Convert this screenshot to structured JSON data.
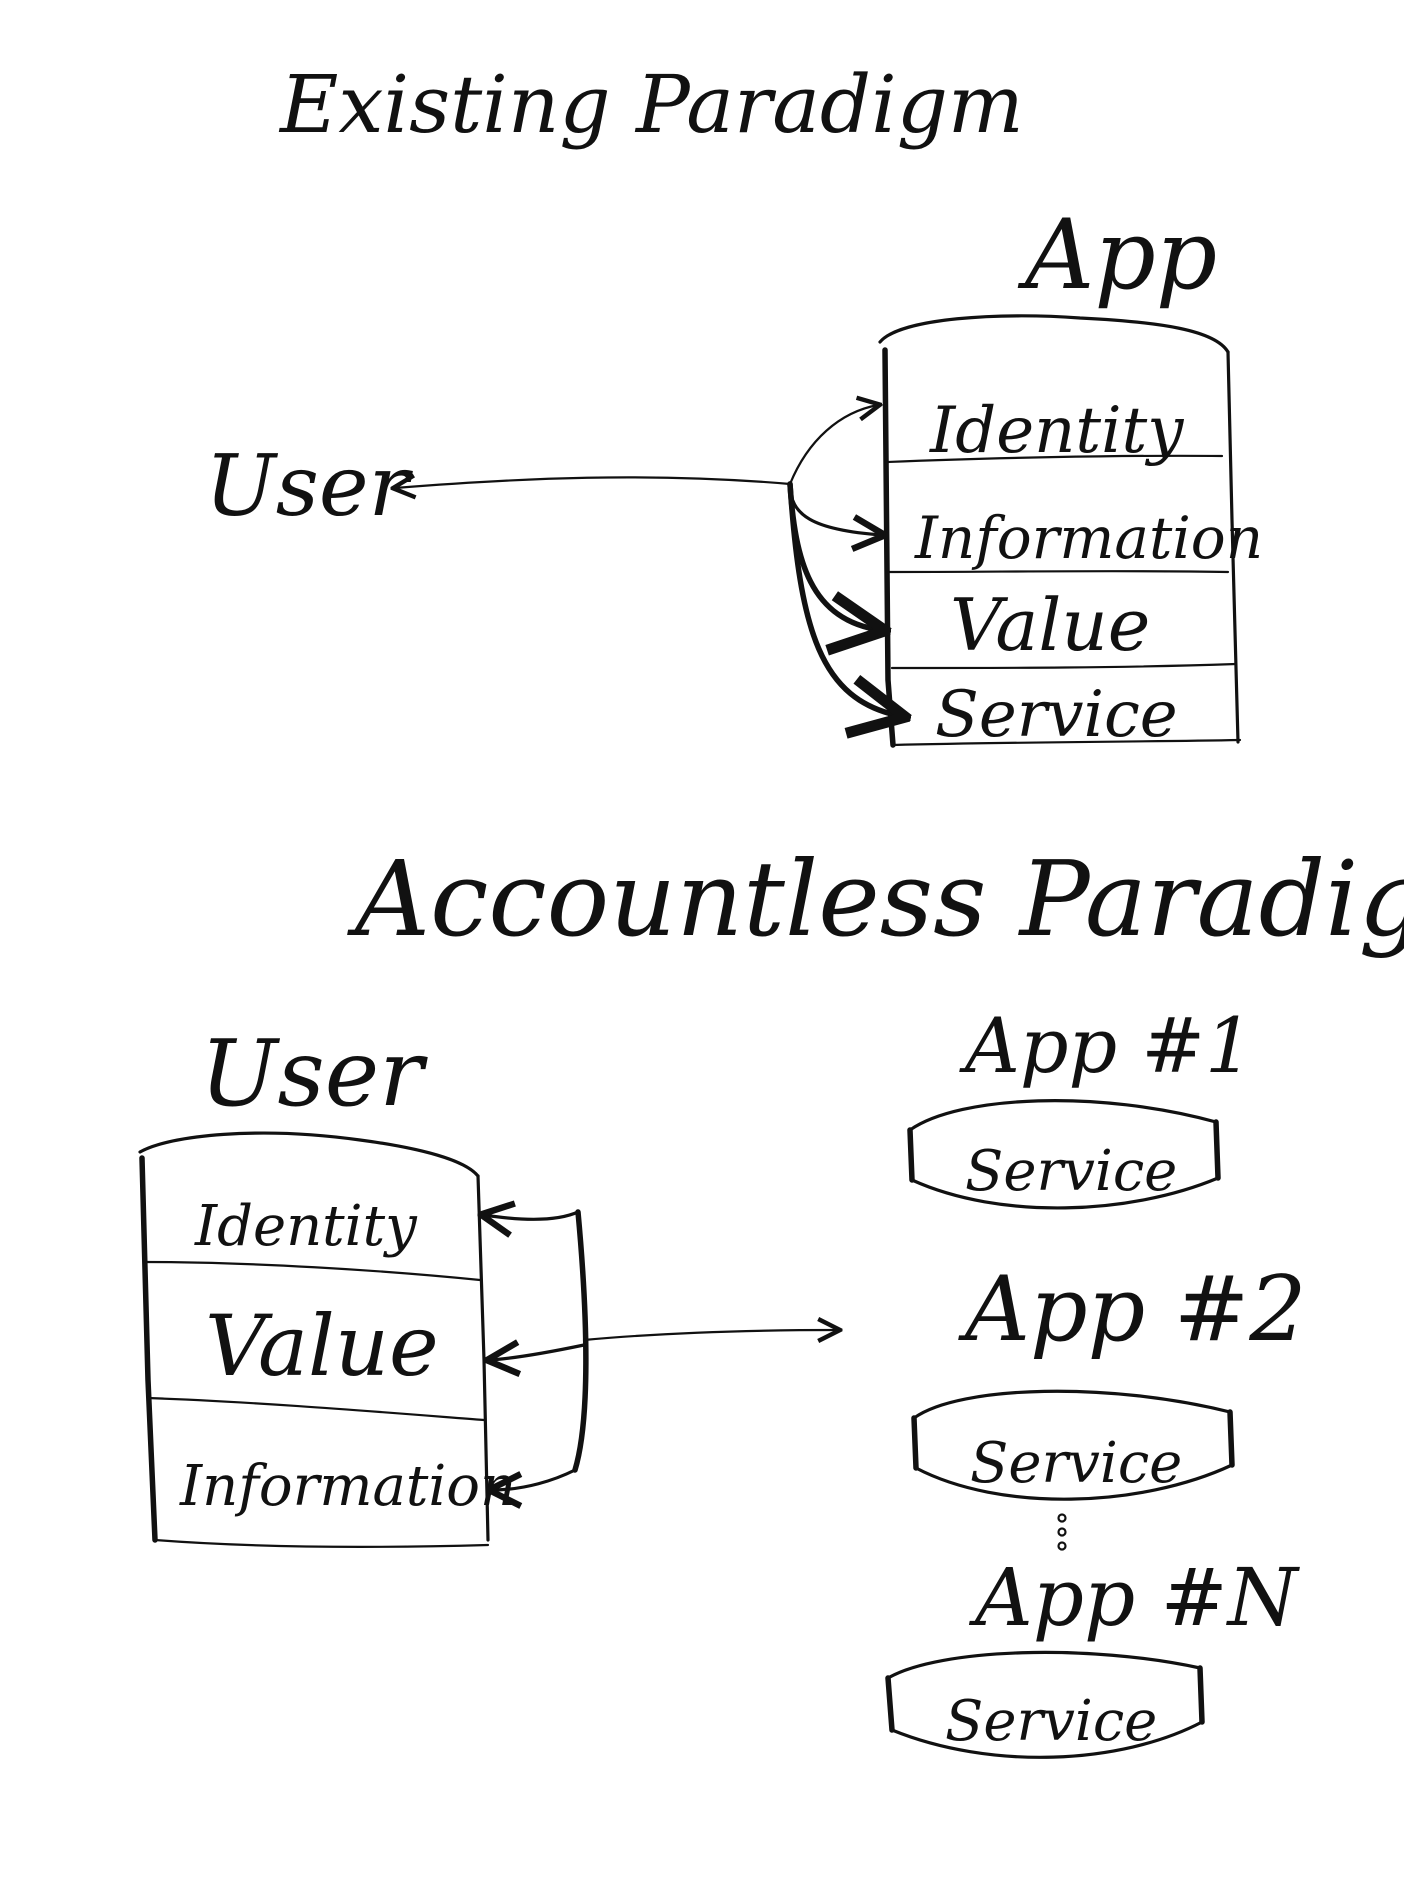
{
  "existing": {
    "title": "Existing Paradigm",
    "user_label": "User",
    "app_label": "App",
    "layers": [
      "Identity",
      "Information",
      "Value",
      "Service"
    ]
  },
  "accountless": {
    "title": "Accountless Paradigm",
    "user_label": "User",
    "user_layers": [
      "Identity",
      "Value",
      "Information"
    ],
    "apps": [
      {
        "label": "App #1",
        "service": "Service"
      },
      {
        "label": "App #2",
        "service": "Service"
      },
      {
        "label": "App #N",
        "service": "Service"
      }
    ]
  }
}
